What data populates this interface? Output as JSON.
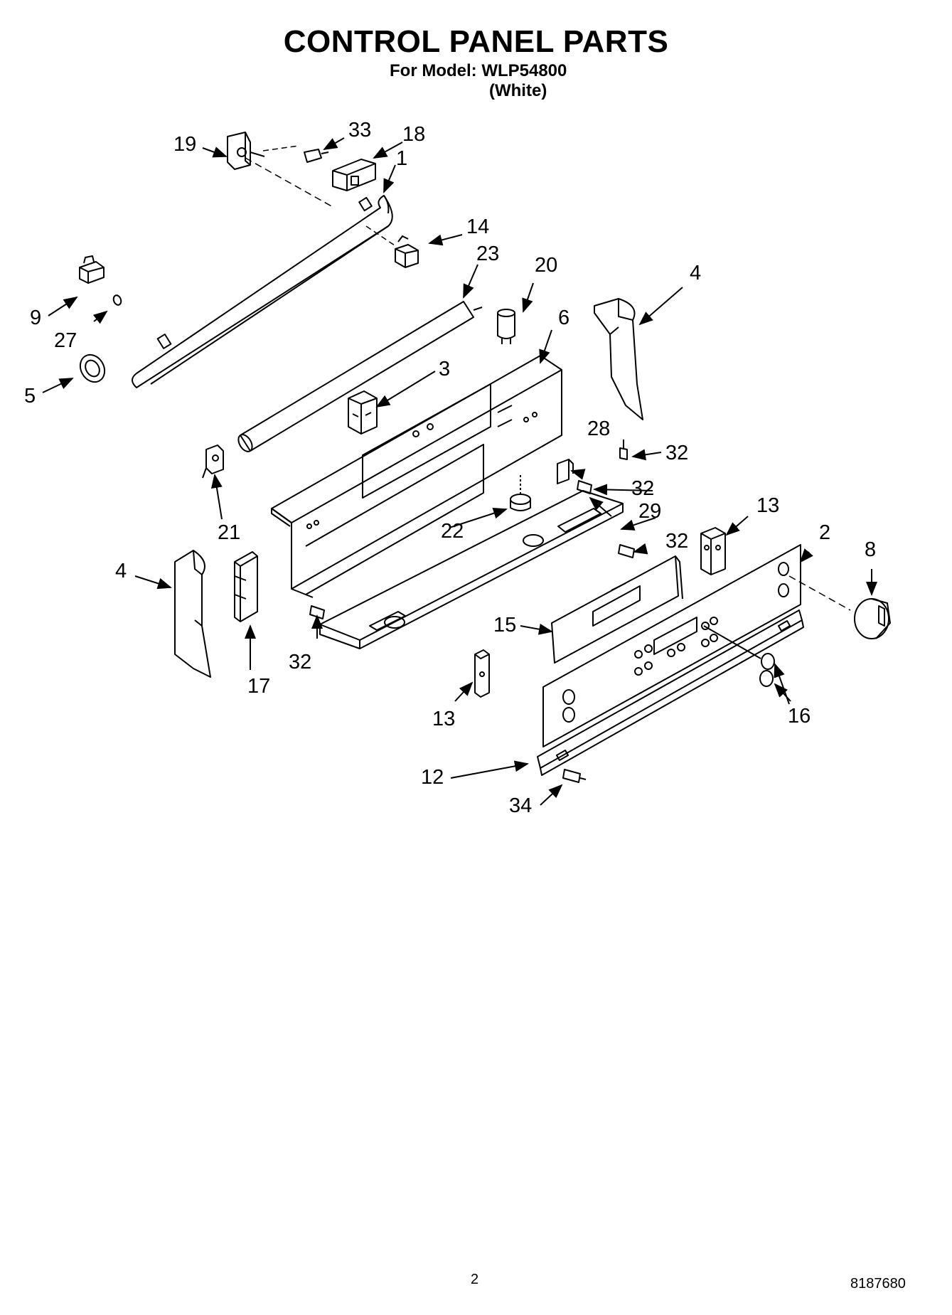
{
  "header": {
    "title": "CONTROL PANEL PARTS",
    "model_line": "For Model: WLP54800",
    "variant": "(White)"
  },
  "callouts": {
    "c1": "1",
    "c2": "2",
    "c3": "3",
    "c4a": "4",
    "c4b": "4",
    "c5": "5",
    "c6": "6",
    "c8": "8",
    "c9": "9",
    "c12": "12",
    "c13a": "13",
    "c13b": "13",
    "c14": "14",
    "c15": "15",
    "c16": "16",
    "c17": "17",
    "c18": "18",
    "c19": "19",
    "c20": "20",
    "c21": "21",
    "c22": "22",
    "c23": "23",
    "c27": "27",
    "c28": "28",
    "c29": "29",
    "c32a": "32",
    "c32b": "32",
    "c32c": "32",
    "c32d": "32",
    "c33": "33",
    "c34": "34"
  },
  "footer": {
    "page_number": "2",
    "document_number": "8187680"
  }
}
